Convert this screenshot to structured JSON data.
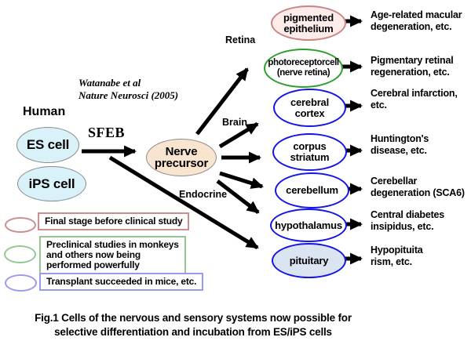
{
  "colors": {
    "cyan_fill": "#d9f1f8",
    "peach_fill": "#f9e4d0",
    "pink_fill": "#fdecea",
    "pink_border": "#c98585",
    "green_border": "#2e9e2e",
    "blue_border": "#1414e6",
    "lavender_fill": "#dbe5f1",
    "gray_border": "#8a8a8a",
    "legend_red_border": "#cc8f8f",
    "legend_green_border": "#95c795",
    "legend_blue_border": "#9a9ae8"
  },
  "annotations": {
    "human": "Human",
    "credit": [
      "Watanabe et al",
      "Nature Neurosci (2005)"
    ],
    "sfeb": "SFEB",
    "retina": "Retina",
    "brain": "Brain",
    "endocrine": "Endocrine"
  },
  "nodes": {
    "es_cell": "ES cell",
    "ips_cell": "iPS cell",
    "nerve_precursor": [
      "Nerve",
      "precursor"
    ]
  },
  "targets": [
    {
      "cell": [
        "pigmented",
        "epithelium"
      ],
      "disease": [
        "Age-related macular",
        "degeneration, etc."
      ]
    },
    {
      "cell": [
        "photoreceptorcell",
        "(nerve retina)"
      ],
      "disease": [
        "Pigmentary retinal",
        "regeneration, etc."
      ]
    },
    {
      "cell": [
        "cerebral",
        "cortex"
      ],
      "disease": [
        "Cerebral infarction,",
        "etc."
      ]
    },
    {
      "cell": [
        "corpus",
        "striatum"
      ],
      "disease": [
        "Huntington's",
        "disease, etc."
      ]
    },
    {
      "cell": [
        "cerebellum"
      ],
      "disease": [
        "Cerebellar",
        "degeneration (SCA6)"
      ]
    },
    {
      "cell": [
        "hypothalamus"
      ],
      "disease": [
        "Central diabetes",
        "insipidus, etc."
      ]
    },
    {
      "cell": [
        "pituitary"
      ],
      "disease": [
        "Hypopituita",
        "rism, etc."
      ]
    }
  ],
  "legend": [
    {
      "text": [
        "Final stage before clinical study"
      ]
    },
    {
      "text": [
        "Preclinical studies in monkeys",
        "and others now being",
        "performed powerfully"
      ]
    },
    {
      "text": [
        "Transplant succeeded in mice, etc."
      ]
    }
  ],
  "caption": [
    "Fig.1  Cells of the nervous and sensory systems now possible for",
    "selective differentiation and incubation from ES/iPS cells"
  ]
}
